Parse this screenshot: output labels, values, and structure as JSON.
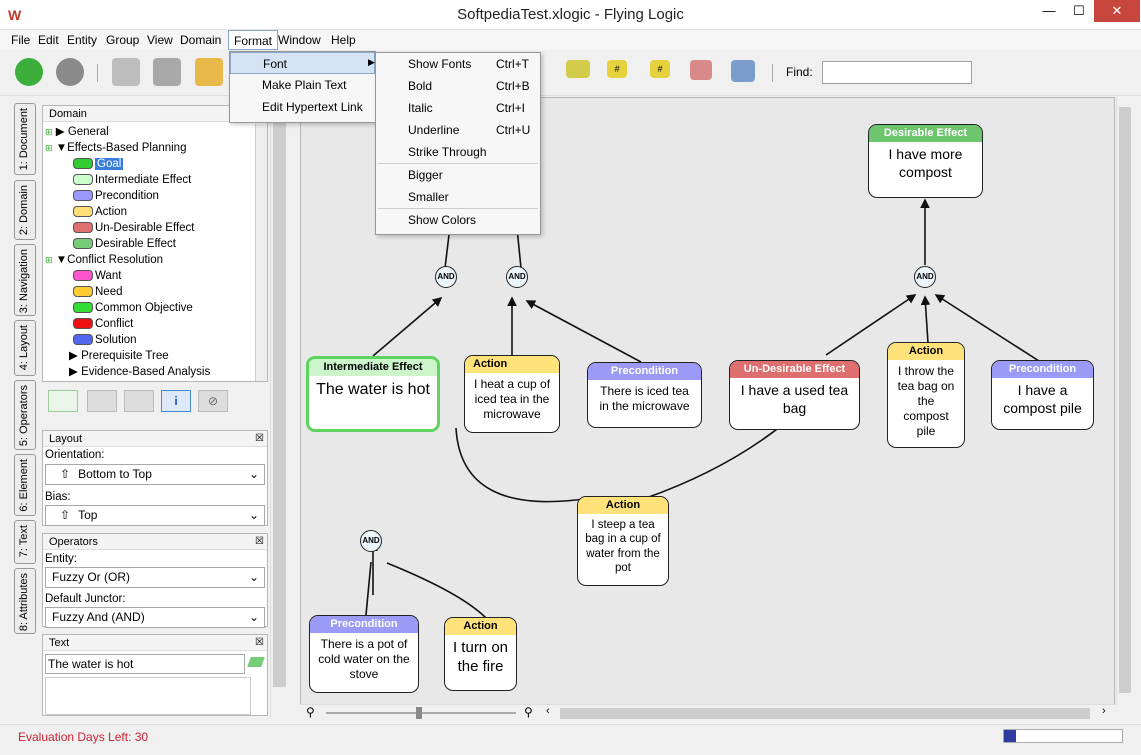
{
  "window": {
    "title": "SoftpediaTest.xlogic - Flying Logic",
    "minimize": "—",
    "maximize": "☐",
    "close": "✕"
  },
  "menubar": [
    "File",
    "Edit",
    "Entity",
    "Group",
    "View",
    "Domain",
    "Format",
    "Window",
    "Help"
  ],
  "format_menu": {
    "items": [
      {
        "label": "Font"
      },
      {
        "label": "Make Plain Text"
      },
      {
        "label": "Edit Hypertext Link"
      }
    ]
  },
  "font_submenu": {
    "items": [
      {
        "label": "Show Fonts",
        "shortcut": "Ctrl+T"
      },
      {
        "label": "Bold",
        "shortcut": "Ctrl+B"
      },
      {
        "label": "Italic",
        "shortcut": "Ctrl+I"
      },
      {
        "label": "Underline",
        "shortcut": "Ctrl+U"
      },
      {
        "label": "Strike Through",
        "shortcut": ""
      },
      {
        "label": "Bigger",
        "shortcut": ""
      },
      {
        "label": "Smaller",
        "shortcut": ""
      },
      {
        "label": "Show Colors",
        "shortcut": ""
      }
    ]
  },
  "toolbar": {
    "find_label": "Find:",
    "find_value": "",
    "junctor_labels": [
      "#",
      "#"
    ]
  },
  "side_tabs": [
    "1: Document",
    "2: Domain",
    "3: Navigation",
    "4: Layout",
    "5: Operators",
    "6: Element",
    "7: Text",
    "8: Attributes"
  ],
  "domain_panel": {
    "title": "Domain",
    "rows": [
      {
        "label": "General",
        "type": "group-collapsed"
      },
      {
        "label": "Effects-Based Planning",
        "type": "group-open"
      },
      {
        "label": "Goal",
        "color": "#33cc33",
        "selected": true
      },
      {
        "label": "Intermediate Effect",
        "color": "#ccffcc"
      },
      {
        "label": "Precondition",
        "color": "#9999ff"
      },
      {
        "label": "Action",
        "color": "#ffdd77"
      },
      {
        "label": "Un-Desirable Effect",
        "color": "#e07070"
      },
      {
        "label": "Desirable Effect",
        "color": "#77cc77"
      },
      {
        "label": "Conflict Resolution",
        "type": "group-open"
      },
      {
        "label": "Want",
        "color": "#ff55cc"
      },
      {
        "label": "Need",
        "color": "#ffcc33"
      },
      {
        "label": "Common Objective",
        "color": "#33dd33"
      },
      {
        "label": "Conflict",
        "color": "#ee1111"
      },
      {
        "label": "Solution",
        "color": "#5566ee"
      },
      {
        "label": "Prerequisite Tree",
        "type": "group-collapsed"
      },
      {
        "label": "Evidence-Based Analysis",
        "type": "group-collapsed"
      }
    ]
  },
  "layout_panel": {
    "title": "Layout",
    "orientation_label": "Orientation:",
    "orientation_value": "Bottom to Top",
    "bias_label": "Bias:",
    "bias_value": "Top"
  },
  "operators_panel": {
    "title": "Operators",
    "entity_label": "Entity:",
    "entity_value": "Fuzzy Or (OR)",
    "junctor_label": "Default Junctor:",
    "junctor_value": "Fuzzy And (AND)"
  },
  "text_panel": {
    "title": "Text",
    "value": "The water is hot"
  },
  "diagram": {
    "and_label": "AND",
    "nodes": [
      {
        "id": "n1",
        "type": "Desirable Effect",
        "text": "I have more compost",
        "head": "#6dc56d",
        "headtext": "#fff"
      },
      {
        "id": "n2",
        "type": "Intermediate Effect",
        "text": "The water is hot",
        "head": "#ccf5cc",
        "headtext": "#000"
      },
      {
        "id": "n3",
        "type": "Action",
        "text": "I heat a cup of iced tea in the microwave",
        "head": "#ffe27a",
        "headtext": "#000"
      },
      {
        "id": "n4",
        "type": "Precondition",
        "text": "There is iced tea in the microwave",
        "head": "#9b9bf7",
        "headtext": "#fff"
      },
      {
        "id": "n5",
        "type": "Un-Desirable Effect",
        "text": "I have a used tea bag",
        "head": "#df6e6e",
        "headtext": "#fff"
      },
      {
        "id": "n6",
        "type": "Action",
        "text": "I throw the tea bag on the compost pile",
        "head": "#ffe27a",
        "headtext": "#000"
      },
      {
        "id": "n7",
        "type": "Precondition",
        "text": "I have a compost pile",
        "head": "#9b9bf7",
        "headtext": "#fff"
      },
      {
        "id": "n8",
        "type": "Action",
        "text": "I steep a tea bag in a cup of water from the pot",
        "head": "#ffe27a",
        "headtext": "#000"
      },
      {
        "id": "n9",
        "type": "Precondition",
        "text": "There is a pot of cold water on the stove",
        "head": "#9b9bf7",
        "headtext": "#fff"
      },
      {
        "id": "n10",
        "type": "Action",
        "text": "I turn on the fire",
        "head": "#ffe27a",
        "headtext": "#000"
      }
    ]
  },
  "status": {
    "text": "Evaluation Days Left: 30"
  }
}
